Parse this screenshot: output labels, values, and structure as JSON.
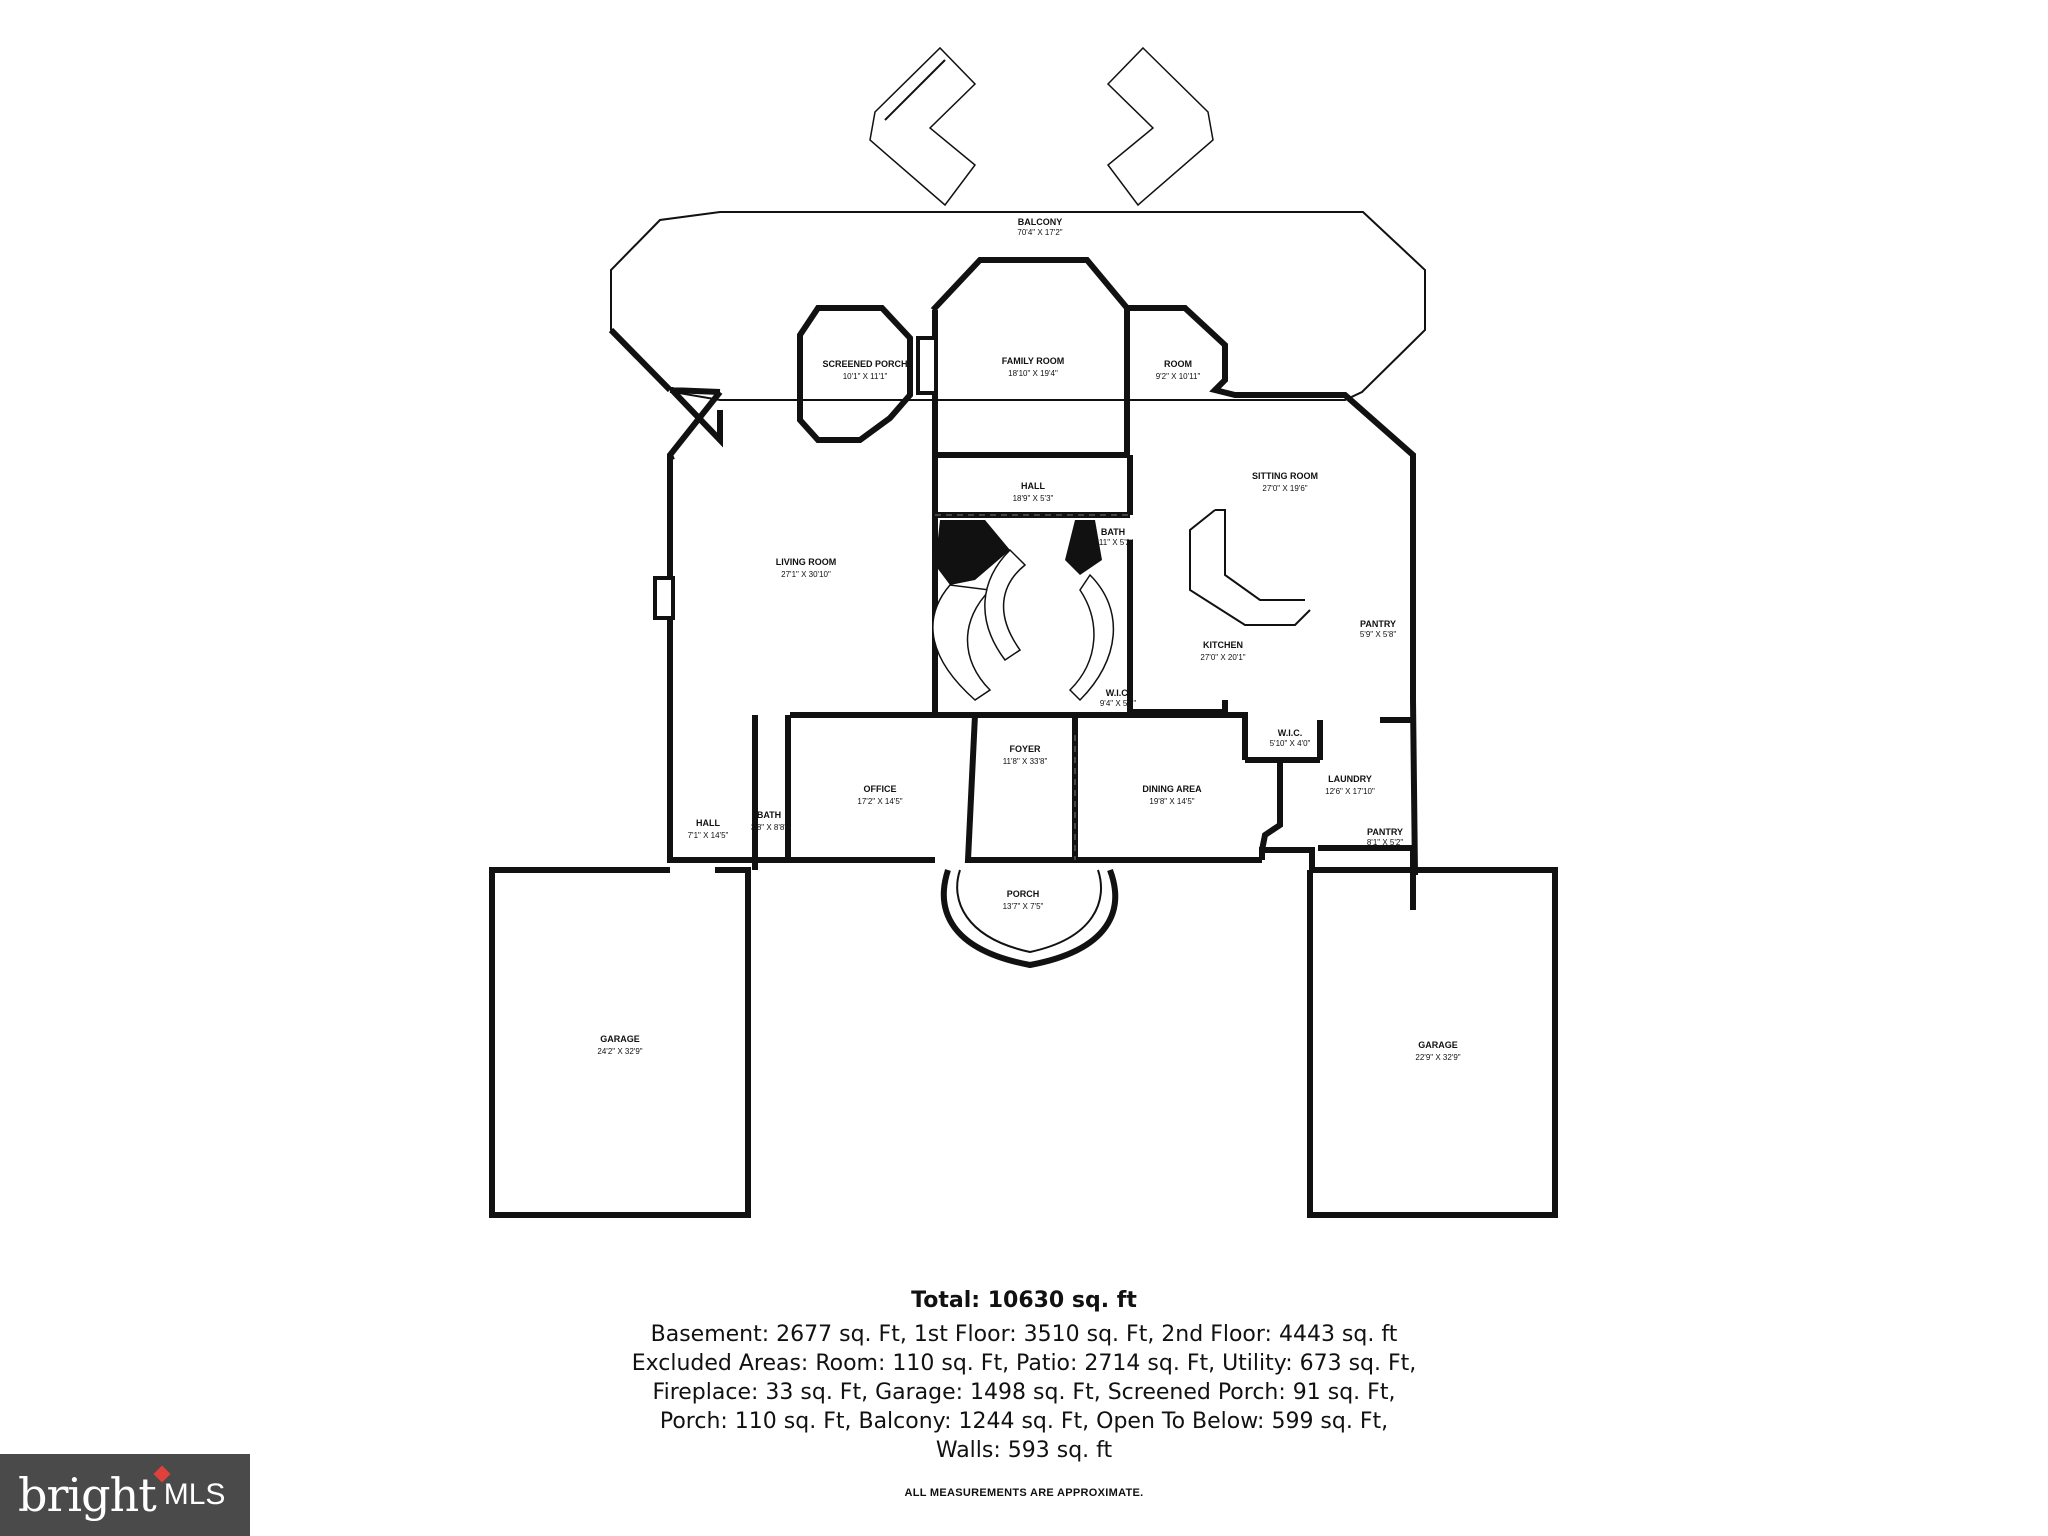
{
  "floorplan": {
    "rooms": [
      {
        "id": "balcony",
        "name": "BALCONY",
        "dims": "70'4\" X 17'2\""
      },
      {
        "id": "screened-porch",
        "name": "SCREENED PORCH",
        "dims": "10'1\" X 11'1\""
      },
      {
        "id": "family-room",
        "name": "FAMILY ROOM",
        "dims": "18'10\" X 19'4\""
      },
      {
        "id": "room",
        "name": "ROOM",
        "dims": "9'2\" X 10'11\""
      },
      {
        "id": "hall-upper",
        "name": "HALL",
        "dims": "18'9\" X 5'3\""
      },
      {
        "id": "bath-upper",
        "name": "BATH",
        "dims": "4'11\" X 5'2\""
      },
      {
        "id": "living-room",
        "name": "LIVING ROOM",
        "dims": "27'1\" X 30'10\""
      },
      {
        "id": "sitting-room",
        "name": "SITTING ROOM",
        "dims": "27'0\" X 19'6\""
      },
      {
        "id": "kitchen",
        "name": "KITCHEN",
        "dims": "27'0\" X 20'1\""
      },
      {
        "id": "pantry-upper",
        "name": "PANTRY",
        "dims": "5'9\" X 5'8\""
      },
      {
        "id": "wic-stairs",
        "name": "W.I.C.",
        "dims": "9'4\" X 5'5\""
      },
      {
        "id": "foyer",
        "name": "FOYER",
        "dims": "11'8\" X 33'8\""
      },
      {
        "id": "wic-laundry",
        "name": "W.I.C.",
        "dims": "5'10\" X 4'0\""
      },
      {
        "id": "office",
        "name": "OFFICE",
        "dims": "17'2\" X 14'5\""
      },
      {
        "id": "dining-area",
        "name": "DINING AREA",
        "dims": "19'8\" X 14'5\""
      },
      {
        "id": "laundry",
        "name": "LAUNDRY",
        "dims": "12'6\" X 17'10\""
      },
      {
        "id": "bath-lower",
        "name": "BATH",
        "dims": "3'8\" X 8'8\""
      },
      {
        "id": "hall-lower",
        "name": "HALL",
        "dims": "7'1\" X 14'5\""
      },
      {
        "id": "pantry-lower",
        "name": "PANTRY",
        "dims": "8'1\" X 5'2\""
      },
      {
        "id": "porch",
        "name": "PORCH",
        "dims": "13'7\" X 7'5\""
      },
      {
        "id": "garage-left",
        "name": "GARAGE",
        "dims": "24'2\" X 32'9\""
      },
      {
        "id": "garage-right",
        "name": "GARAGE",
        "dims": "22'9\" X 32'9\""
      }
    ]
  },
  "summary": {
    "total": "Total: 10630 sq. ft",
    "lines": [
      "Basement: 2677 sq. Ft, 1st Floor: 3510 sq. Ft, 2nd Floor: 4443 sq. ft",
      "Excluded Areas: Room: 110 sq. Ft, Patio: 2714 sq. Ft, Utility: 673 sq. Ft,",
      "Fireplace: 33 sq. Ft, Garage: 1498 sq. Ft, Screened Porch: 91 sq. Ft,",
      "Porch: 110 sq. Ft, Balcony: 1244 sq. Ft, Open To Below: 599 sq. Ft,",
      "Walls: 593 sq. ft"
    ],
    "note": "ALL MEASUREMENTS ARE APPROXIMATE."
  },
  "logo": {
    "word": "bright",
    "suffix": "MLS"
  }
}
